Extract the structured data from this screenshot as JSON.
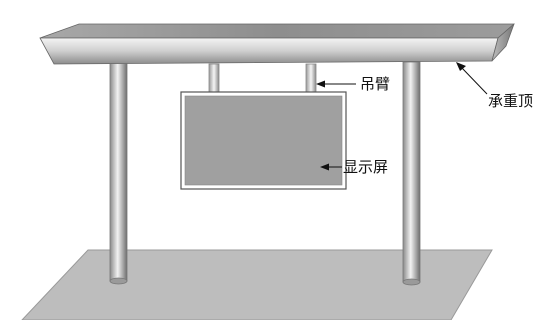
{
  "labels": {
    "hanger": "吊臂",
    "roof": "承重顶",
    "screen": "显示屏"
  },
  "colors": {
    "roof_light": "#e6e6e6",
    "roof_mid": "#bdbdbd",
    "roof_dark": "#7a7a7a",
    "pillar_light": "#eeeeee",
    "pillar_dark": "#8a8a8a",
    "screen_fill": "#a0a0a0",
    "ground": "#bdbdbd",
    "leader": "#111111"
  }
}
